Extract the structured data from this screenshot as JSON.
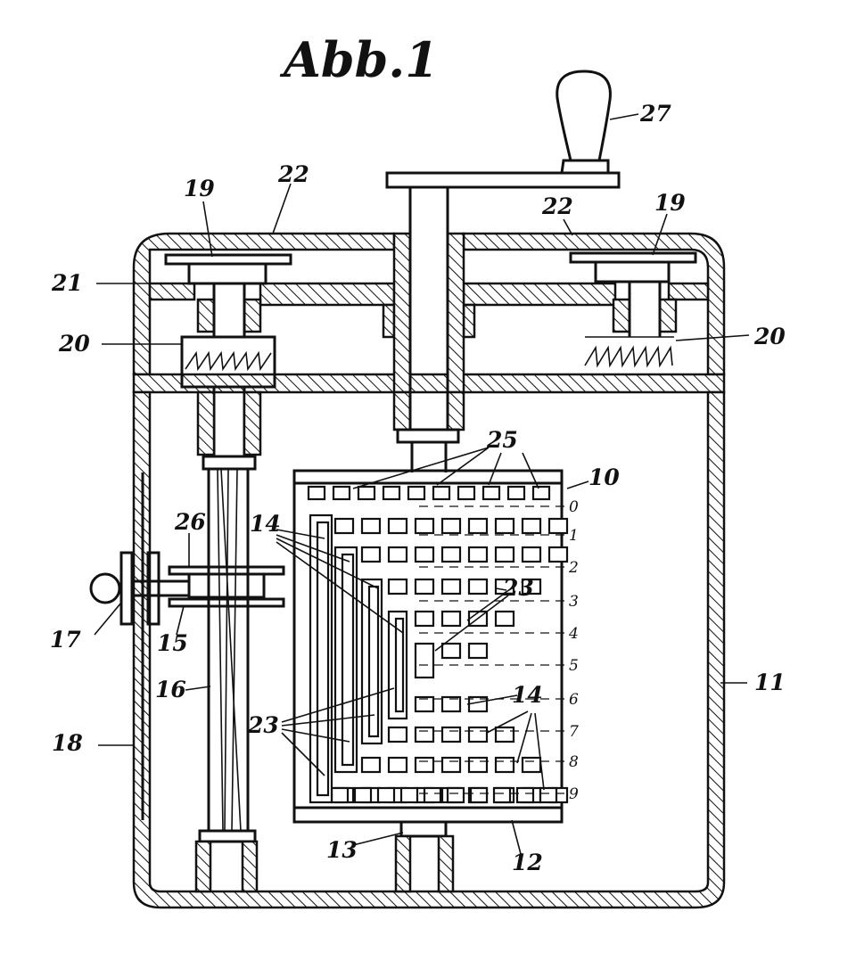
{
  "figure": {
    "title": "Abb.1",
    "labels": {
      "l27": "27",
      "l19a": "19",
      "l19b": "19",
      "l22a": "22",
      "l22b": "22",
      "l21": "21",
      "l20a": "20",
      "l20b": "20",
      "l25": "25",
      "l10": "10",
      "l26": "26",
      "l14a": "14",
      "l14b": "14",
      "l17": "17",
      "l15": "15",
      "l16": "16",
      "l23a": "23",
      "l23b": "23",
      "l11": "11",
      "l18": "18",
      "l13": "13",
      "l12": "12"
    },
    "row_numbers": [
      "0",
      "1",
      "2",
      "3",
      "4",
      "5",
      "6",
      "7",
      "8",
      "9"
    ]
  }
}
